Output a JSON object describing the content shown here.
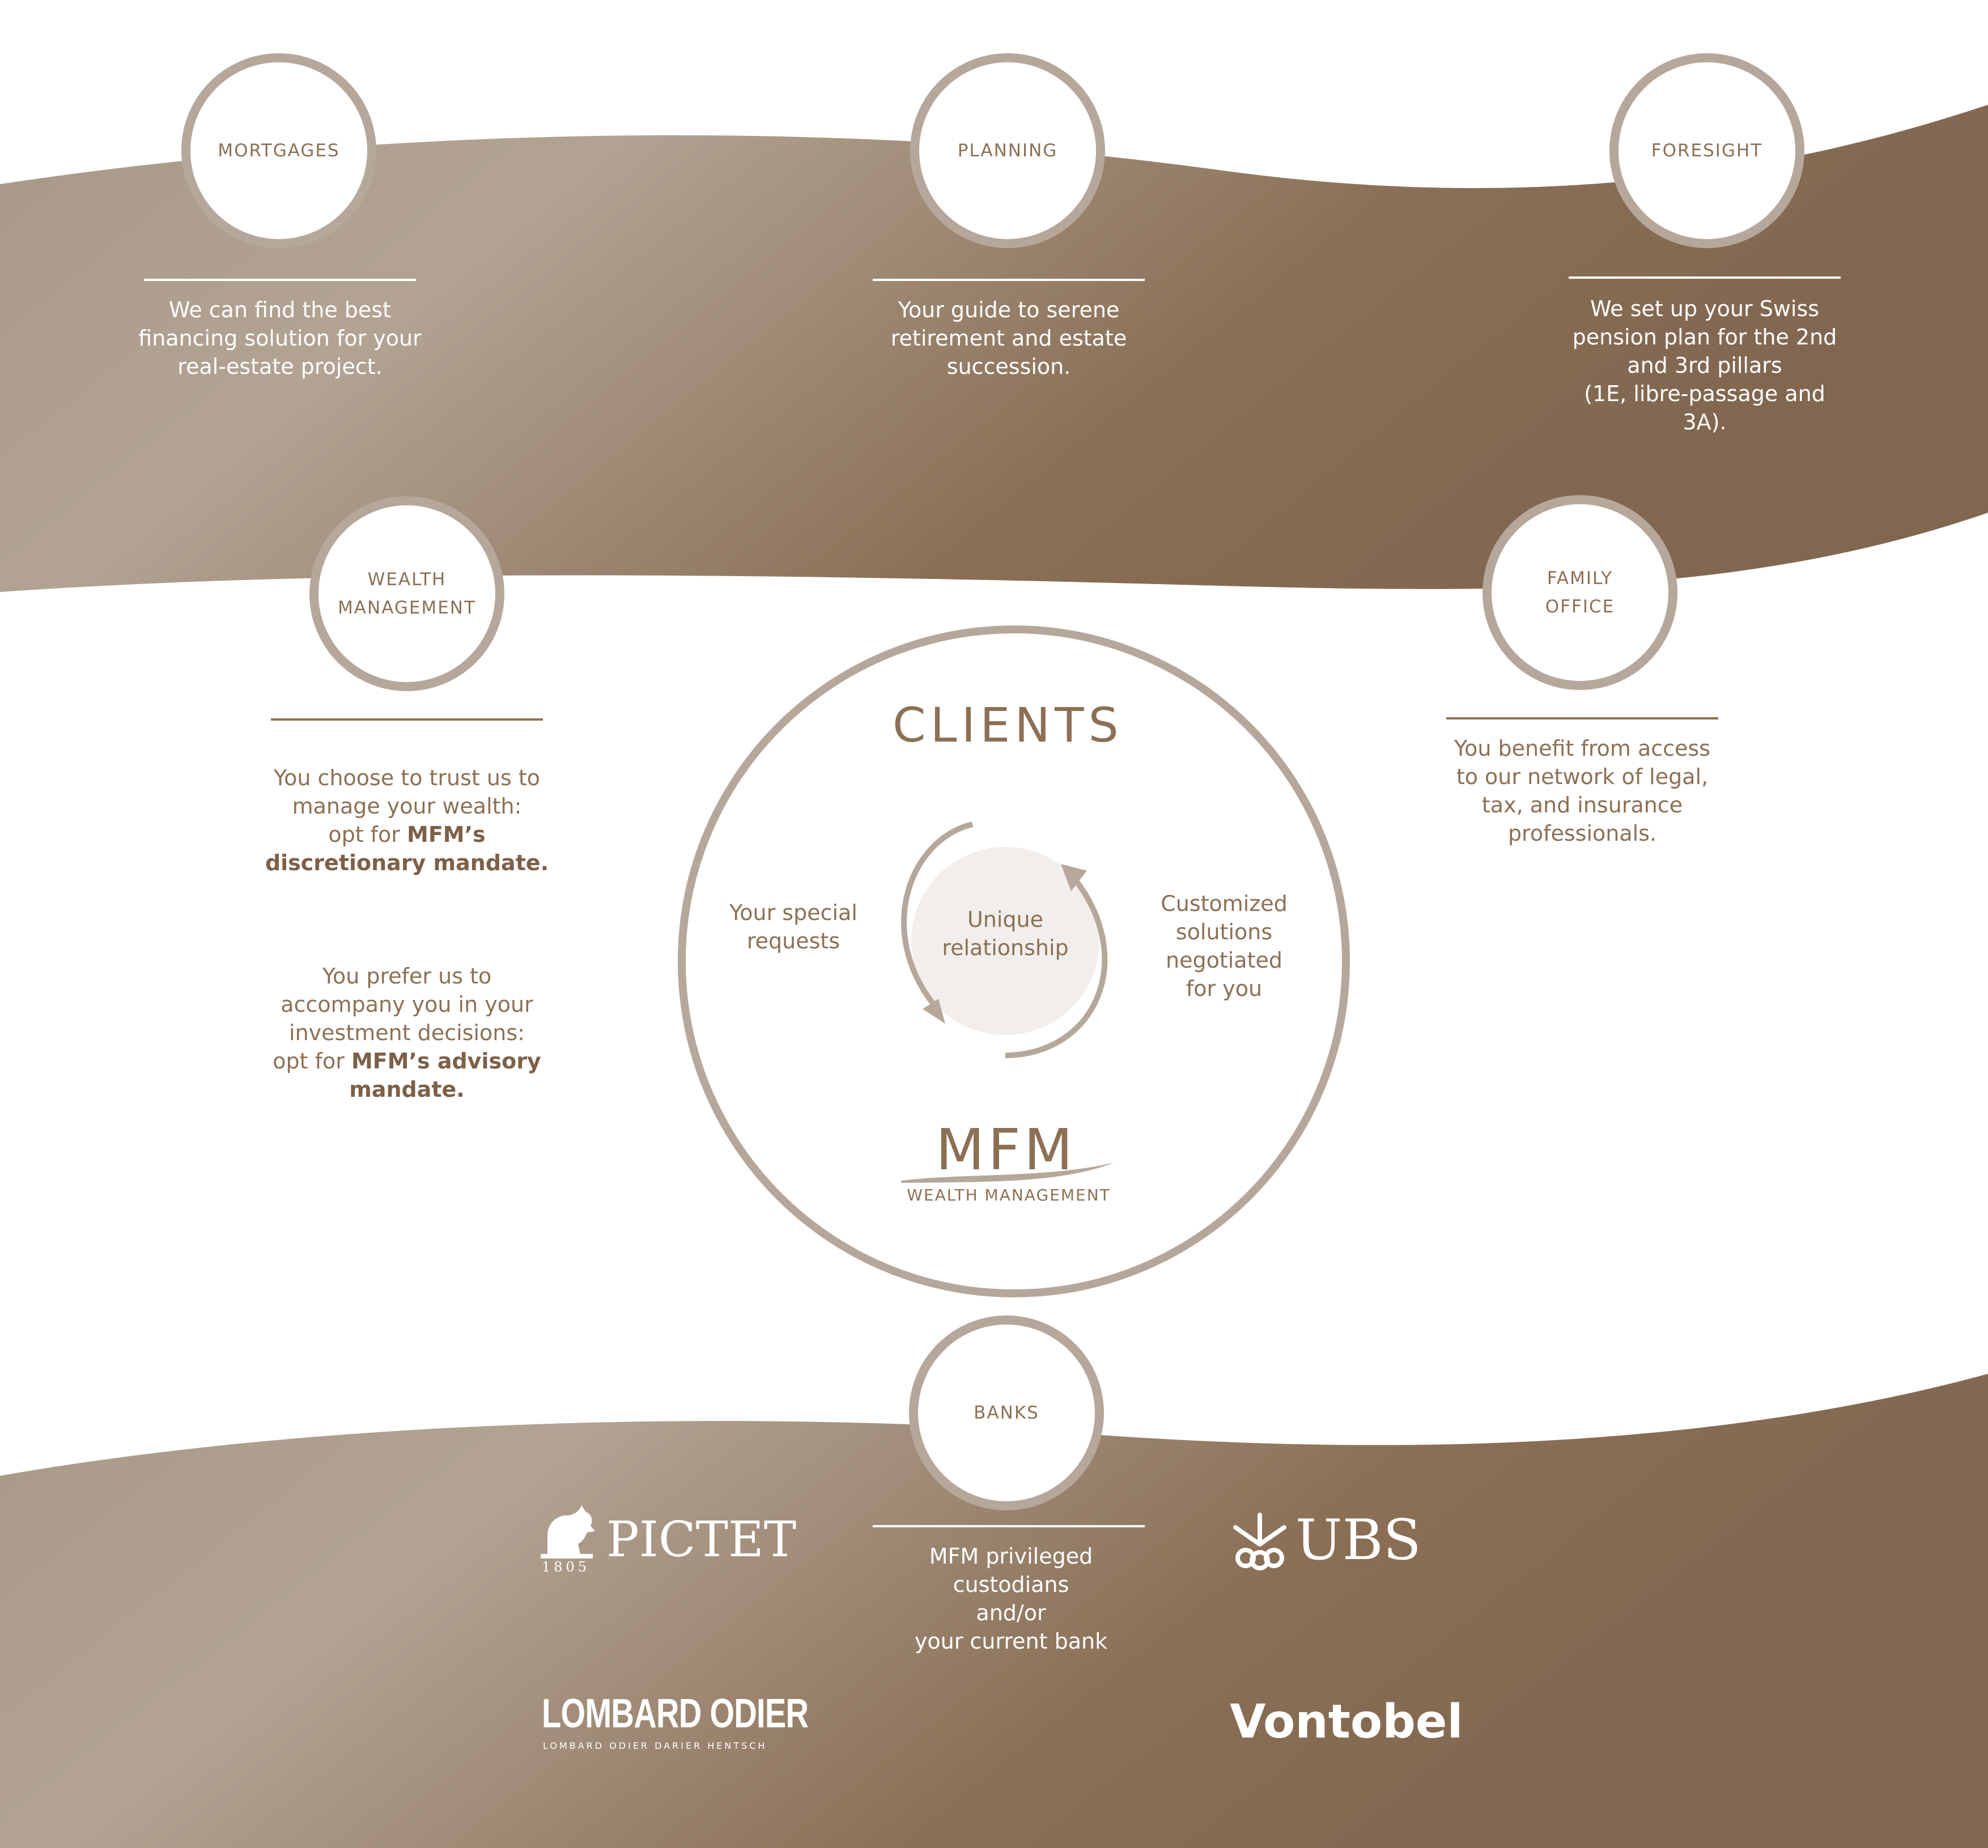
{
  "services": [
    {
      "id": "mortgages",
      "label": "MORTGAGES",
      "description": "We can find the best\nfinancing solution for your\nreal-estate project."
    },
    {
      "id": "planning",
      "label": "PLANNING",
      "description": "Your guide to serene\nretirement and estate\nsuccession."
    },
    {
      "id": "foresight",
      "label": "FORESIGHT",
      "description": "We set up your Swiss\npension plan for the 2nd\nand 3rd pillars\n(1E, libre-passage and\n3A)."
    },
    {
      "id": "wealth",
      "label": "WEALTH\nMANAGEMENT"
    },
    {
      "id": "family",
      "label": "FAMILY\nOFFICE",
      "description": "You benefit from access\nto our network of legal,\ntax, and insurance\nprofessionals."
    },
    {
      "id": "banks",
      "label": "BANKS",
      "description": "MFM privileged\ncustodians\nand/or\nyour current bank"
    }
  ],
  "wealth_description": {
    "para1_text": "You choose to trust us to\nmanage your wealth:\nopt for ",
    "para1_bold": "MFM’s\ndiscretionary mandate.",
    "para2_text": "You prefer us to\naccompany you in your\ninvestment decisions:\nopt for ",
    "para2_bold": "MFM’s advisory\nmandate."
  },
  "center": {
    "title": "CLIENTS",
    "left_text": "Your special\nrequests",
    "right_text": "Customized\nsolutions\nnegotiated\nfor you",
    "core_text": "Unique\nrelationship",
    "logo_main": "MFM",
    "logo_sub": "WEALTH MANAGEMENT"
  },
  "banks_logos": {
    "pictet": "PICTET",
    "pictet_year": "1805",
    "ubs": "UBS",
    "lombard": "LOMBARD ODIER",
    "lombard_sub": "LOMBARD ODIER DARIER HENTSCH",
    "vontobel": "Vontobel"
  },
  "colors": {
    "band_light": "#b4a595",
    "band_dark": "#856a50",
    "ring": "#b6a79b",
    "text_brown": "#8c7055",
    "core_fill": "#f2eeeb"
  }
}
